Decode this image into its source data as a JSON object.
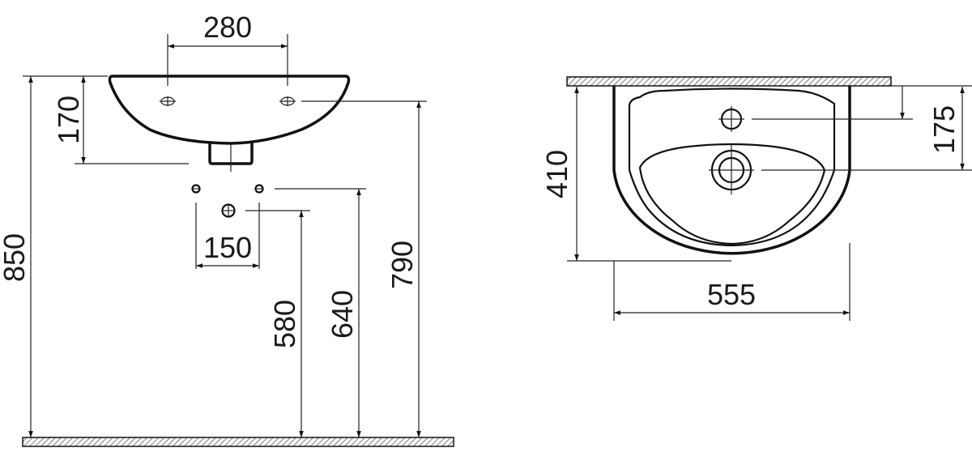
{
  "drawing": {
    "side_view": {
      "dimensions": {
        "tap_hole_spacing": "280",
        "basin_depth": "170",
        "total_height": "850",
        "supply_spacing": "150",
        "waste_height": "580",
        "supply_height": "640",
        "tap_hole_height": "790"
      }
    },
    "top_view": {
      "dimensions": {
        "projection": "410",
        "width": "555",
        "tap_hole_from_wall": "175"
      }
    }
  }
}
